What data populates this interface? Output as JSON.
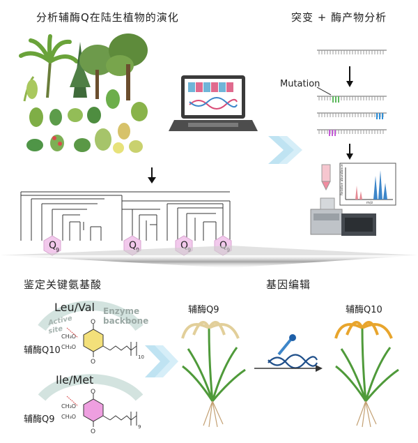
{
  "panels": {
    "evolution": {
      "title": "分析辅酶Q在陆生植物的演化"
    },
    "mutation": {
      "title": "突变 + 酶产物分析",
      "mutation_label": "Mutation",
      "axis_x": "m/z",
      "axis_y": "Relative abundance"
    },
    "key_residues": {
      "title": "鉴定关键氨基酸",
      "pair1": "Leu/Val",
      "pair2": "Ile/Met",
      "enzyme_label": "Enzyme backbone",
      "enzyme_line1": "Enzyme",
      "enzyme_line2": "backbone",
      "active_site_line1": "Active",
      "active_site_line2": "site",
      "product1": "辅酶Q10",
      "product2": "辅酶Q9",
      "subscript1": "10",
      "subscript2": "9",
      "methoxy": "CH₃O"
    },
    "gene_editing": {
      "title": "基因编辑",
      "before": "辅酶Q9",
      "after": "辅酶Q10"
    }
  },
  "tree_leaves": [
    {
      "letter": "Q",
      "sub": "9"
    },
    {
      "letter": "Q",
      "sub": "9"
    },
    {
      "letter": "Q",
      "sub": "9"
    },
    {
      "letter": "Q",
      "sub": "9"
    }
  ],
  "colors": {
    "hex_fill": "#f2c9ec",
    "green_mut": "#5cb85c",
    "blue_mut": "#2f8fd8",
    "magenta_mut": "#c35ad6",
    "chevron": "#bfe3f2",
    "enzyme_arc": "#d3e3df",
    "pink_peak": "#e58a94",
    "blue_peak": "#3d86c9"
  }
}
